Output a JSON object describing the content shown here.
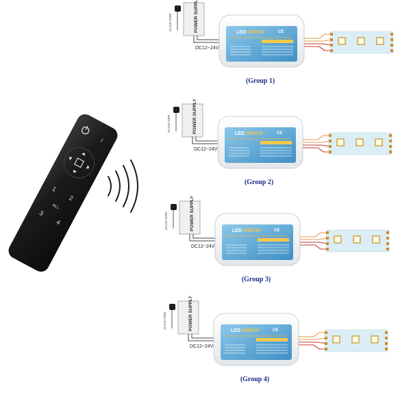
{
  "remote": {
    "buttons": [
      "1",
      "2",
      "ALL",
      "3",
      "4"
    ],
    "power_icon": "power-icon",
    "signal_icon": "wireless-signal-icon"
  },
  "groups": [
    {
      "label": "(Group 1)",
      "power_supply": "POWER SUPPLY",
      "ac_input": "AC110~220V",
      "dc_label": "DC12~24V",
      "controller_title": "LED",
      "controller_model": "WWCW",
      "controller_brand": "CE"
    },
    {
      "label": "(Group 2)",
      "power_supply": "POWER SUPPLY",
      "ac_input": "AC110~220V",
      "dc_label": "DC12~24V",
      "controller_title": "LED",
      "controller_model": "WWCW",
      "controller_brand": "CE"
    },
    {
      "label": "(Group 3)",
      "power_supply": "POWER SUPPLY",
      "ac_input": "AC110~220V",
      "dc_label": "DC12~24V",
      "controller_title": "LED",
      "controller_model": "WWCW",
      "controller_brand": "CE"
    },
    {
      "label": "(Group 4)",
      "power_supply": "POWER SUPPLY",
      "ac_input": "AC110~220V",
      "dc_label": "DC12~24V",
      "controller_title": "LED",
      "controller_model": "WWCW",
      "controller_brand": "CE"
    }
  ],
  "colors": {
    "remote_body": "#1b1b1b",
    "controller_shell": "#f2f4f5",
    "controller_label": "#5aa7d6",
    "group_label": "#1a2b8c",
    "wire_red": "#c0392b",
    "wire_orange": "#e39a4a",
    "led_strip": "#dbeef5"
  }
}
